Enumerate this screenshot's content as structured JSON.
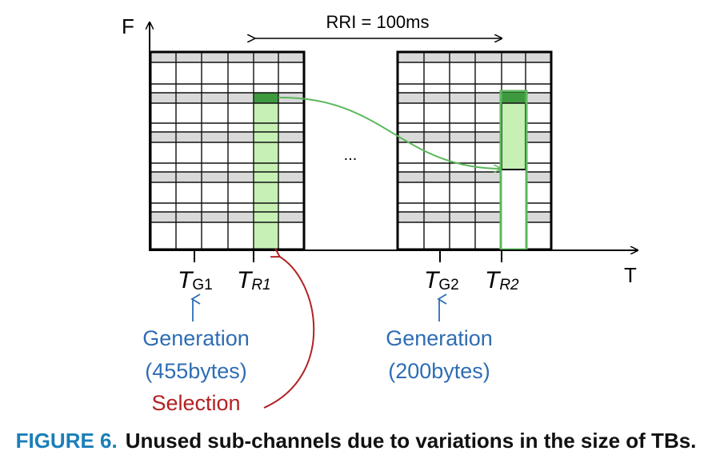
{
  "axes": {
    "y_label": "F",
    "x_label": "T"
  },
  "rri_label": "RRI = 100ms",
  "ellipsis": "...",
  "ticks": {
    "g1": {
      "main": "T",
      "sub": "G1"
    },
    "r1": {
      "main": "T",
      "sub": "R1"
    },
    "g2": {
      "main": "T",
      "sub": "G2"
    },
    "r2": {
      "main": "T",
      "sub": "R2"
    }
  },
  "annotations": {
    "generation1": {
      "line1": "Generation",
      "line2": "(455bytes)"
    },
    "selection": "Selection",
    "generation2": {
      "line1": "Generation",
      "line2": "(200bytes)"
    }
  },
  "caption": {
    "label": "FIGURE 6.",
    "text": "Unused sub-channels due to variations in the size of TBs."
  },
  "colors": {
    "blue_text": "#2e6db4",
    "red_text": "#b22222",
    "light_green": "#c6f0b4",
    "dark_green": "#3f9a3f",
    "curve_green": "#5cb85c",
    "grid_gray": "#d9d9d9",
    "caption_label": "#1a7fb8"
  }
}
